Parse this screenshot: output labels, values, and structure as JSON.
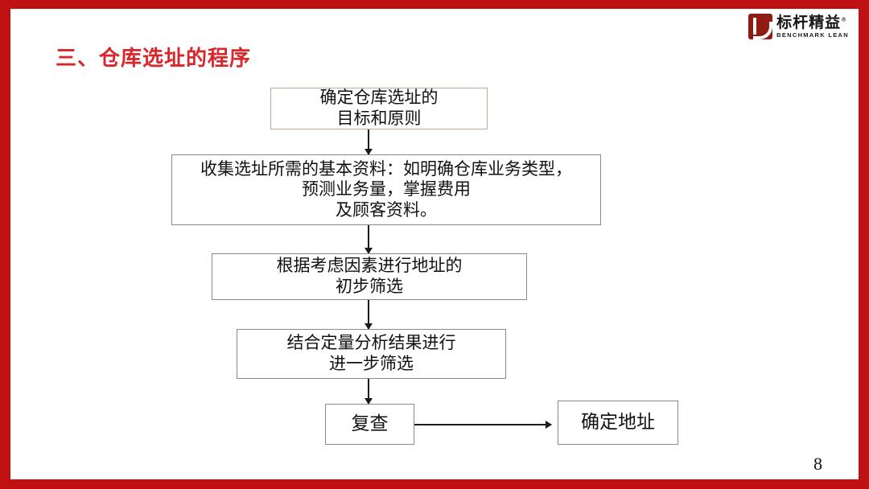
{
  "slide": {
    "title": "三、仓库选址的程序",
    "page_number": "8",
    "accent_color": "#bf1111",
    "title_color": "#d9262a",
    "first_box_border_color": "#bfae8e",
    "box_border_color": "#8a8a8a"
  },
  "logo": {
    "cn": "标杆精益",
    "registered": "®",
    "en": "BENCHMARK LEAN"
  },
  "flow": {
    "nodes": [
      {
        "id": "goal",
        "lines": [
          "确定仓库选址的",
          "目标和原则"
        ]
      },
      {
        "id": "collect",
        "lines": [
          "收集选址所需的基本资料：如明确仓库业务类型，",
          "预测业务量，掌握费用",
          "及顾客资料。"
        ]
      },
      {
        "id": "screen",
        "lines": [
          "根据考虑因素进行地址的",
          "初步筛选"
        ]
      },
      {
        "id": "further",
        "lines": [
          "结合定量分析结果进行",
          "进一步筛选"
        ]
      },
      {
        "id": "review",
        "lines": [
          "复查"
        ]
      },
      {
        "id": "confirm",
        "lines": [
          "确定地址"
        ]
      }
    ]
  }
}
